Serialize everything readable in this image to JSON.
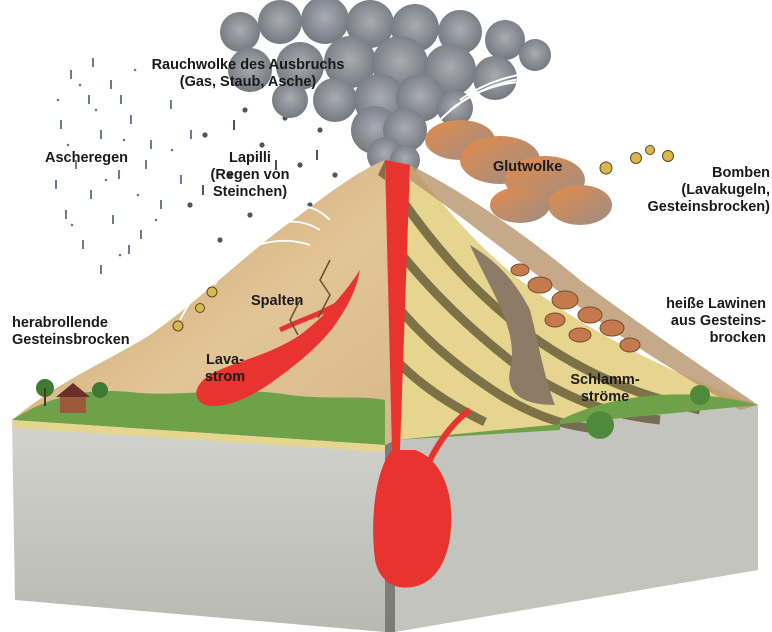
{
  "labels": {
    "smoke_cloud": [
      "Rauchwolke des Ausbruchs",
      "(Gas, Staub, Asche)"
    ],
    "ash_rain": "Ascheregen",
    "lapilli": [
      "Lapilli",
      "(Regen von",
      "Steinchen)"
    ],
    "glow_cloud": "Glutwolke",
    "bombs": [
      "Bomben",
      "(Lavakugeln,",
      "Gesteinsbrocken)"
    ],
    "hot_avalanches": [
      "heiße Lawinen",
      "aus Gesteins-",
      "brocken"
    ],
    "cracks": "Spalten",
    "rolling_rocks": [
      "herabrollende",
      "Gesteinsbrocken"
    ],
    "lava_flow": [
      "Lava-",
      "strom"
    ],
    "mud_flows": [
      "Schlamm-",
      "ströme"
    ]
  },
  "colors": {
    "magma": "#e8332e",
    "smoke": "#8f939a",
    "rock_block": "#c9c9c4",
    "slope": "#d7b789",
    "strata_light": "#e6d58e",
    "strata_dark": "#5a5130",
    "grass": "#6fa04a",
    "glow": "#e07a3c"
  }
}
